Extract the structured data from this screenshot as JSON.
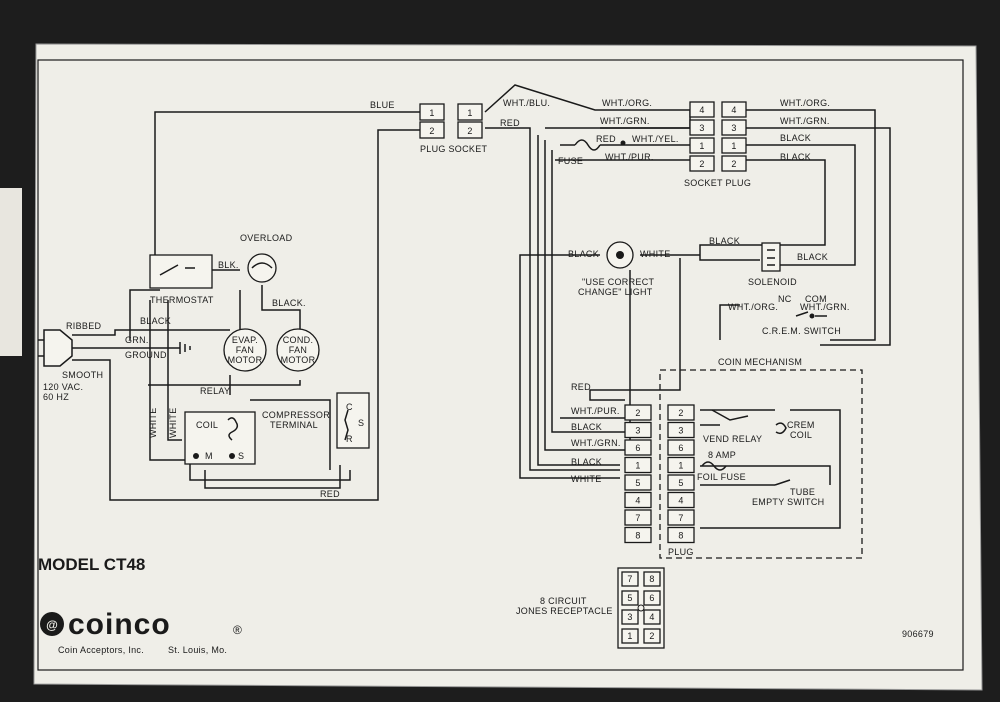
{
  "plug_socket": {
    "label": "PLUG SOCKET",
    "pins": [
      "1",
      "2"
    ]
  },
  "socket_plug": {
    "label": "SOCKET PLUG",
    "left_pins": [
      "4",
      "3",
      "1",
      "2"
    ],
    "right_pins": [
      "4",
      "3",
      "1",
      "2"
    ]
  },
  "wires": {
    "blue": "BLUE",
    "red": "RED",
    "wht_blu": "WHT./BLU.",
    "wht_org": "WHT./ORG.",
    "wht_grn": "WHT./GRN.",
    "wht_yel": "WHT./YEL.",
    "wht_pur": "WHT./PUR.",
    "black": "BLACK",
    "blk": "BLK.",
    "black_dot": "BLACK.",
    "white": "WHITE",
    "grn_ground": "GRN.\nGROUND"
  },
  "components": {
    "overload": "OVERLOAD",
    "thermostat": "THERMOSTAT",
    "evap_fan": "EVAP.\nFAN\nMOTOR",
    "cond_fan": "COND.\nFAN\nMOTOR",
    "relay": "RELAY",
    "coil": "COIL",
    "m": "M",
    "s": "S",
    "compressor_terminal": "COMPRESSOR\nTERMINAL",
    "c": "C",
    "r": "R",
    "ribbed": "RIBBED",
    "smooth": "SMOOTH",
    "supply": "120 VAC.\n60 HZ",
    "fuse": "FUSE",
    "solenoid": "SOLENOID",
    "nc": "NC",
    "com": "COM",
    "crem_switch": "C.R.E.M. SWITCH",
    "correct_change_light": "\"USE CORRECT\nCHANGE\" LIGHT"
  },
  "coin_mechanism": {
    "title": "COIN MECHANISM",
    "plug_label": "PLUG",
    "left_pins": [
      "2",
      "3",
      "6",
      "1",
      "5",
      "4",
      "7",
      "8"
    ],
    "right_pins": [
      "2",
      "3",
      "6",
      "1",
      "5",
      "4",
      "7",
      "8"
    ],
    "crem_coil": "CREM\nCOIL",
    "vend_relay": "VEND RELAY",
    "amp": "8 AMP",
    "foil_fuse": "FOIL FUSE",
    "tube_switch": "TUBE\nEMPTY SWITCH"
  },
  "jones": {
    "label": "8 CIRCUIT\nJONES RECEPTACLE",
    "pins": [
      [
        "7",
        "8"
      ],
      [
        "5",
        "6"
      ],
      [
        "3",
        "4"
      ],
      [
        "1",
        "2"
      ]
    ]
  },
  "model": "MODEL CT48",
  "brand": "coinco",
  "brand_mark": "®",
  "company": "Coin Acceptors, Inc.",
  "city": "St. Louis, Mo.",
  "part_number": "906679"
}
